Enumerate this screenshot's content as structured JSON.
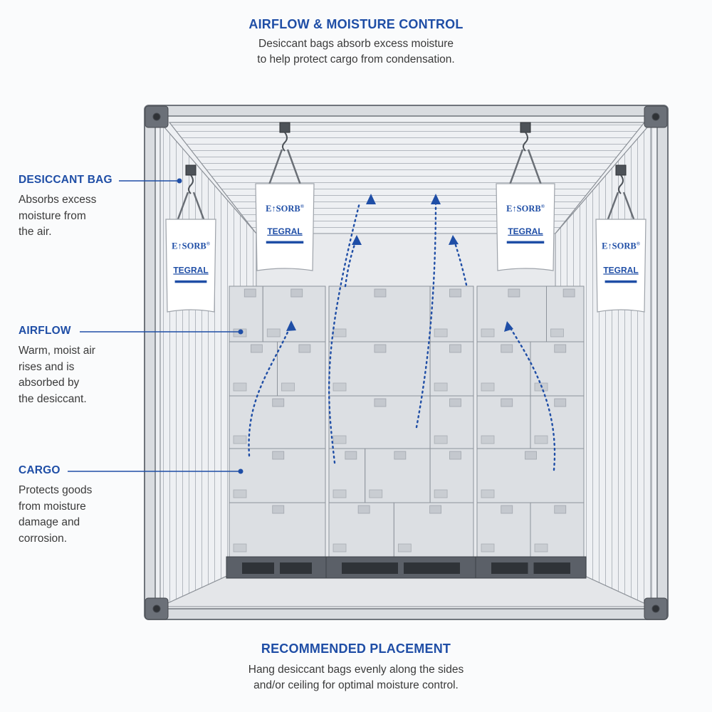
{
  "header": {
    "title": "AIRFLOW & MOISTURE CONTROL",
    "line1": "Desiccant bags absorb excess moisture",
    "line2": "to help protect cargo from condensation."
  },
  "callouts": {
    "desiccant": {
      "title": "DESICCANT BAG",
      "lines": [
        "Absorbs excess",
        "moisture from",
        "the air."
      ]
    },
    "airflow": {
      "title": "AIRFLOW",
      "lines": [
        "Warm, moist air",
        "rises and is",
        "absorbed by",
        "the desiccant."
      ]
    },
    "cargo": {
      "title": "CARGO",
      "lines": [
        "Protects goods",
        "from moisture",
        "damage and",
        "corrosion."
      ]
    }
  },
  "bag": {
    "brand": "E↑SORB",
    "brand_mark": "®",
    "maker": "TEGRAL"
  },
  "footer": {
    "title": "RECOMMENDED PLACEMENT",
    "line1": "Hang desiccant bags evenly along the sides",
    "line2": "and/or ceiling for optimal moisture control."
  },
  "colors": {
    "accent": "#1f4ea6",
    "container": "#8a8f96",
    "container_fill": "#eef0f3",
    "box": "#dcdfe3",
    "box_edge": "#8d939b",
    "pallet": "#5b6068"
  }
}
